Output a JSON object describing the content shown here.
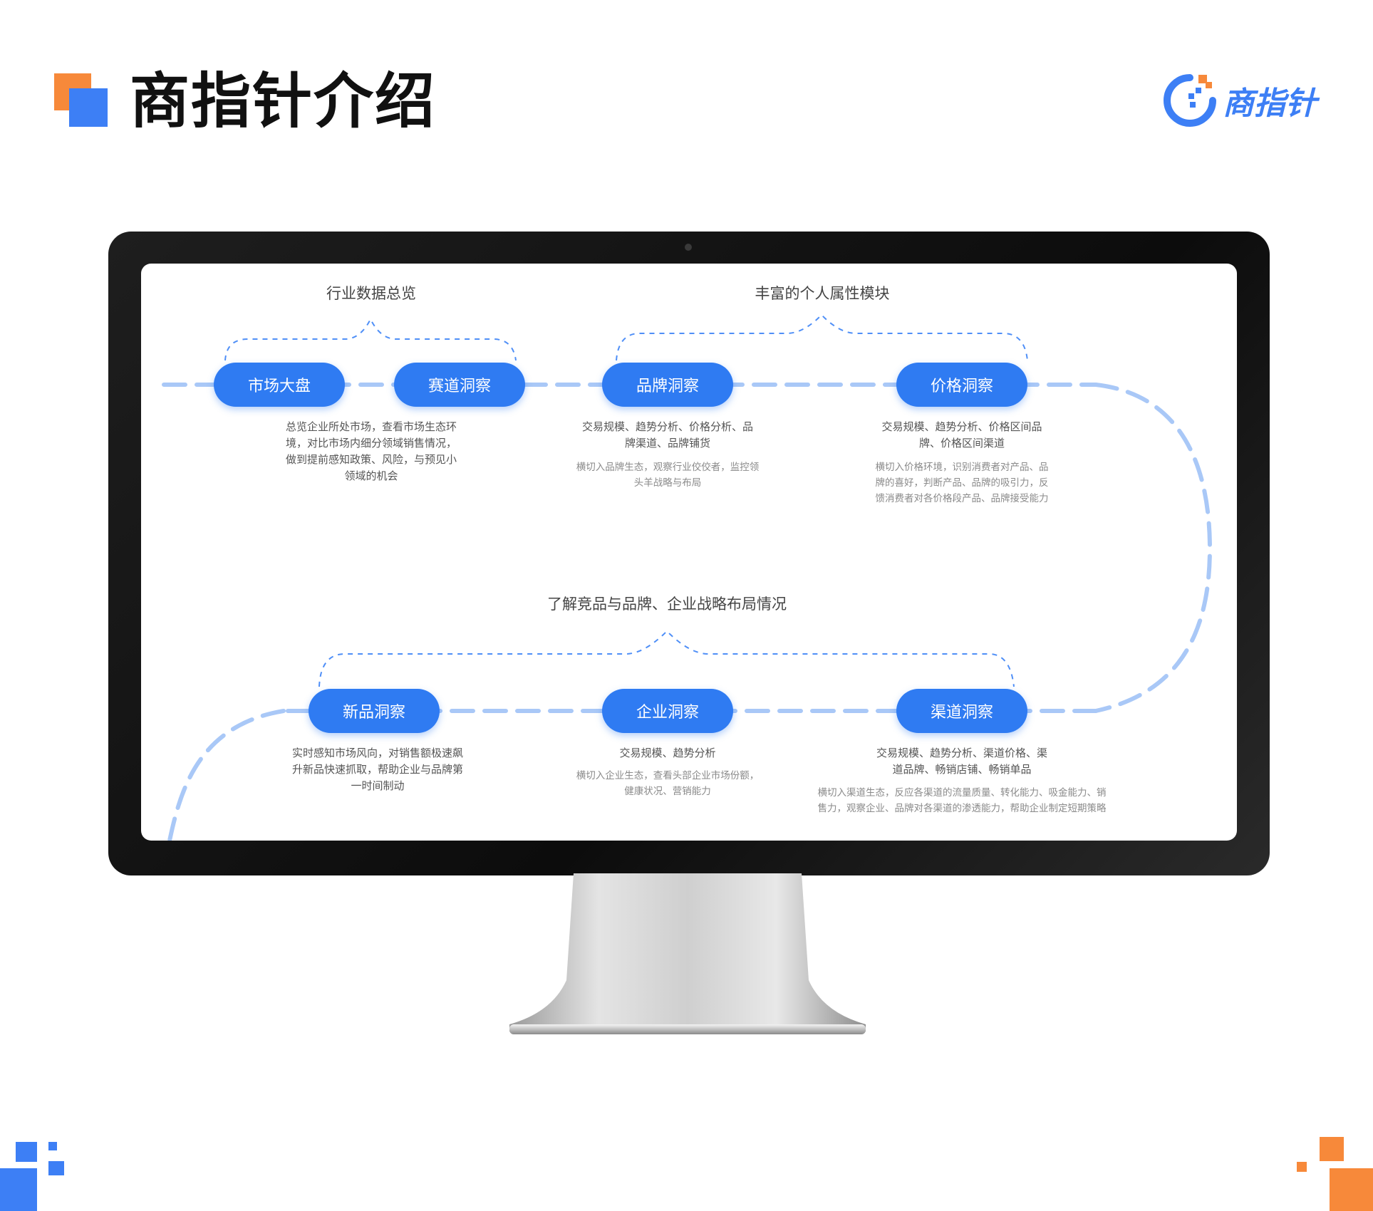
{
  "header": {
    "title": "商指针介绍",
    "brand_name": "商指针"
  },
  "colors": {
    "accent_blue": "#2f7bf2",
    "accent_orange": "#f7893a",
    "path_dash": "#a9c8f7"
  },
  "sections": {
    "industry": {
      "caption": "行业数据总览"
    },
    "attributes": {
      "caption": "丰富的个人属性模块"
    },
    "competitors": {
      "caption": "了解竞品与品牌、企业战略布局情况"
    }
  },
  "modules": {
    "market": {
      "label": "市场大盘",
      "desc": [
        "总览企业所处市场，查看市场生态环",
        "境，对比市场内细分领域销售情况，",
        "做到提前感知政策、风险，与预见小",
        "领域的机会"
      ]
    },
    "track": {
      "label": "赛道洞察"
    },
    "brand": {
      "label": "品牌洞察",
      "desc": [
        "交易规模、趋势分析、价格分析、品",
        "牌渠道、品牌铺货"
      ],
      "note": [
        "横切入品牌生态，观察行业佼佼者，监控领",
        "头羊战略与布局"
      ]
    },
    "price": {
      "label": "价格洞察",
      "desc": [
        "交易规模、趋势分析、价格区间品",
        "牌、价格区间渠道"
      ],
      "note": [
        "横切入价格环境，识别消费者对产品、品",
        "牌的喜好，判断产品、品牌的吸引力，反",
        "馈消费者对各价格段产品、品牌接受能力"
      ]
    },
    "new_product": {
      "label": "新品洞察",
      "desc": [
        "实时感知市场风向，对销售额极速飙",
        "升新品快速抓取，帮助企业与品牌第",
        "一时间制动"
      ]
    },
    "enterprise": {
      "label": "企业洞察",
      "desc": [
        "交易规模、趋势分析"
      ],
      "note": [
        "横切入企业生态，查看头部企业市场份额，",
        "健康状况、营销能力"
      ]
    },
    "channel": {
      "label": "渠道洞察",
      "desc": [
        "交易规模、趋势分析、渠道价格、渠",
        "道品牌、畅销店铺、畅销单品"
      ],
      "note": [
        "横切入渠道生态，反应各渠道的流量质量、转化能力、吸金能力、销",
        "售力，观察企业、品牌对各渠道的渗透能力，帮助企业制定短期策略"
      ]
    }
  }
}
